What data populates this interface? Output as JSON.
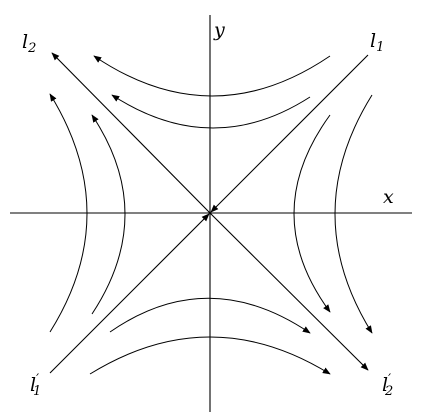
{
  "diagram": {
    "axes": {
      "x_label": "x",
      "y_label": "y"
    },
    "lines": {
      "l1": {
        "letter": "l",
        "sub": "1"
      },
      "l2": {
        "letter": "l",
        "sub": "2"
      },
      "l1_prime": {
        "letter": "l",
        "prime": "′",
        "sub": "1"
      },
      "l2_prime": {
        "letter": "l",
        "prime": "′",
        "sub": "2"
      }
    },
    "colors": {
      "ink": "#000000",
      "background": "#ffffff"
    }
  }
}
